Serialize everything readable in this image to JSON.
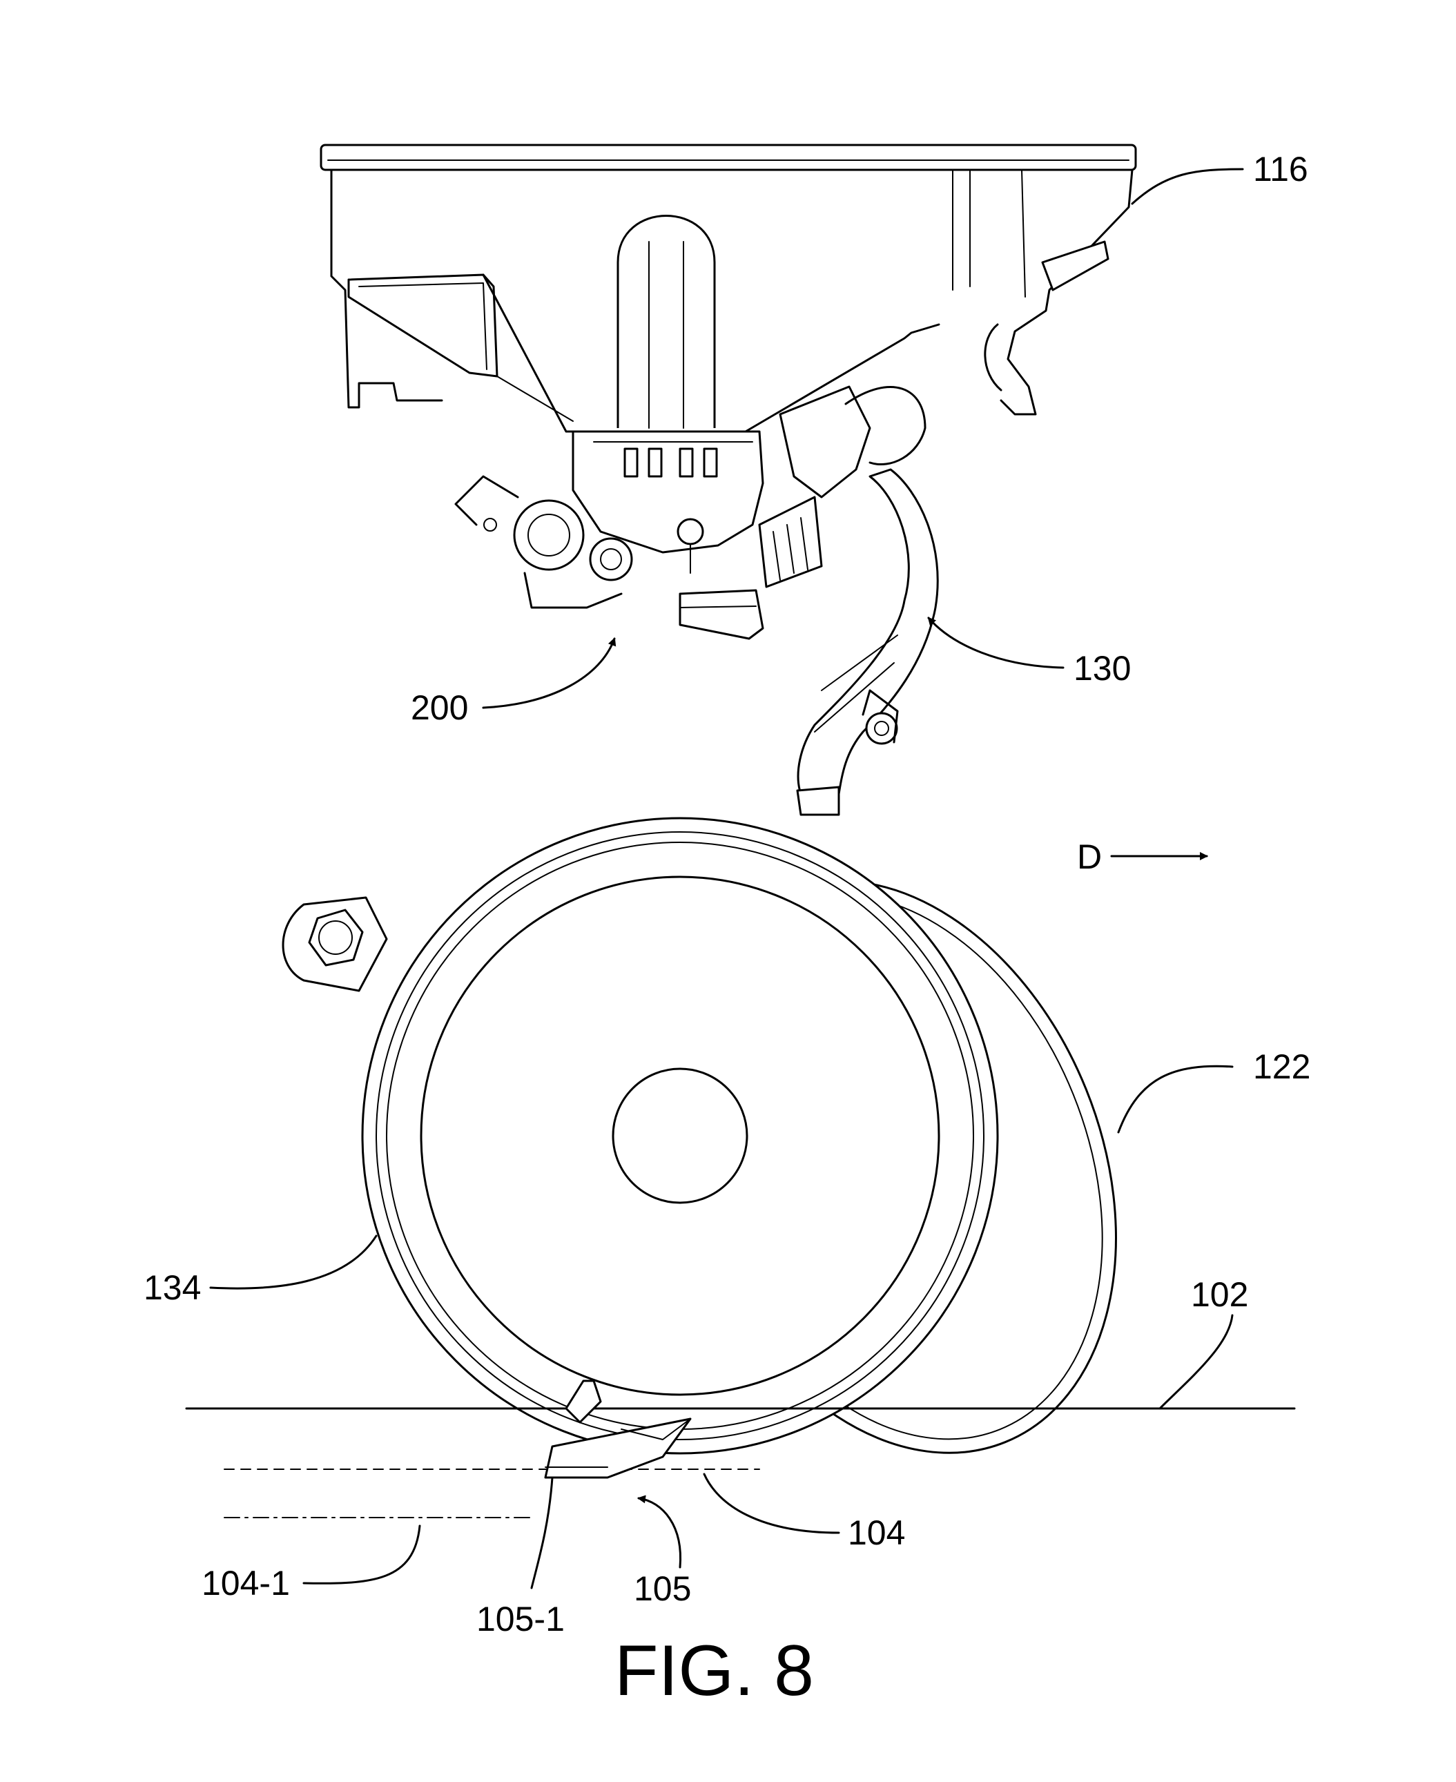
{
  "figure": {
    "caption": "FIG. 8",
    "direction_label": "D"
  },
  "reference_numerals": {
    "r116": "116",
    "r200": "200",
    "r130": "130",
    "r122": "122",
    "r134": "134",
    "r102": "102",
    "r104": "104",
    "r104_1": "104-1",
    "r105": "105",
    "r105_1": "105-1"
  }
}
